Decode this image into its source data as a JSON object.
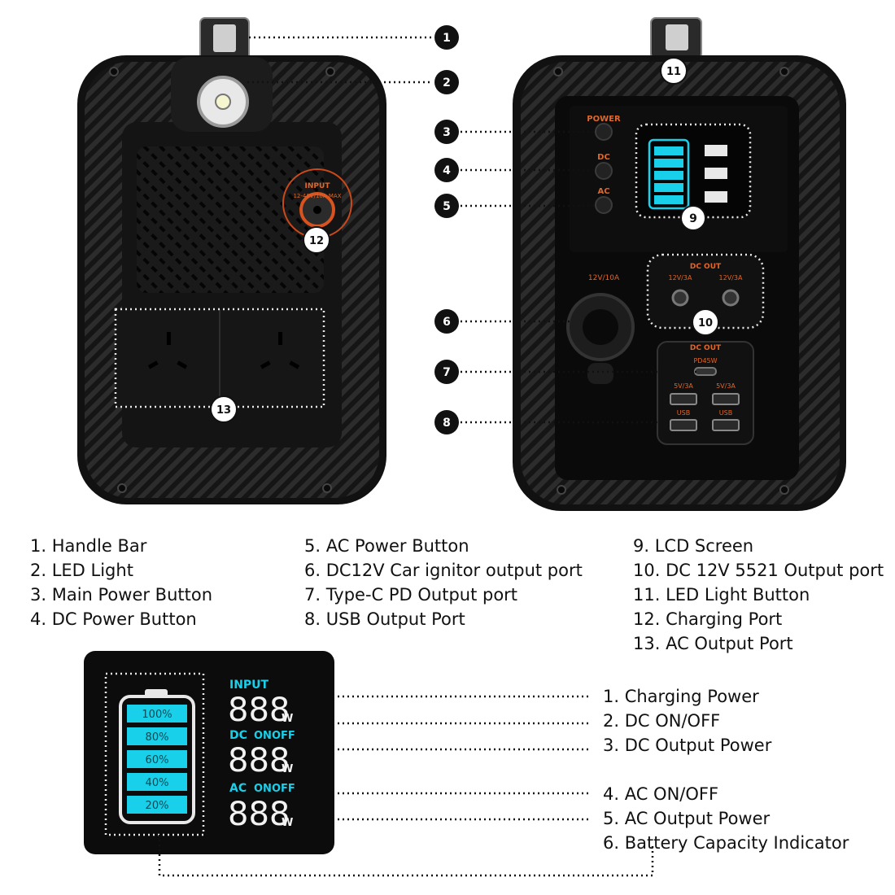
{
  "callouts": [
    "1",
    "2",
    "3",
    "4",
    "5",
    "6",
    "7",
    "8",
    "9",
    "10",
    "11",
    "12",
    "13"
  ],
  "device_labels": {
    "input": "INPUT",
    "input_spec": "12-48V/10A MAX",
    "power": "POWER",
    "dc": "DC",
    "ac": "AC",
    "car_port": "12V/10A",
    "dc_out": "DC OUT",
    "dc_port_a": "12V/3A",
    "dc_port_b": "12V/3A",
    "pd": "PD45W",
    "usb_rating_a": "5V/3A",
    "usb_rating_b": "5V/3A",
    "usb": "USB"
  },
  "parts_legend": {
    "col1": [
      "1. Handle Bar",
      "2. LED Light",
      "3. Main Power Button",
      "4. DC Power Button"
    ],
    "col2": [
      "5. AC Power Button",
      "6. DC12V Car ignitor output port",
      "7. Type-C PD Output port",
      "8. USB Output Port"
    ],
    "col3": [
      "9. LCD Screen",
      "10. DC 12V 5521 Output port",
      "11. LED Light Button",
      "12. Charging Port",
      "13. AC Output Port"
    ]
  },
  "lcd": {
    "battery_levels": [
      "100%",
      "80%",
      "60%",
      "40%",
      "20%"
    ],
    "input_label": "INPUT",
    "dc_label": "DC",
    "ac_label": "AC",
    "on_label": "ON",
    "off_label": "OFF",
    "digits": "888",
    "unit": "W",
    "accent_color": "#18d0ea",
    "legend": [
      "1. Charging Power",
      "2. DC ON/OFF",
      "3. DC Output Power",
      "4. AC ON/OFF",
      "5. AC Output Power",
      "6. Battery Capacity Indicator"
    ]
  }
}
